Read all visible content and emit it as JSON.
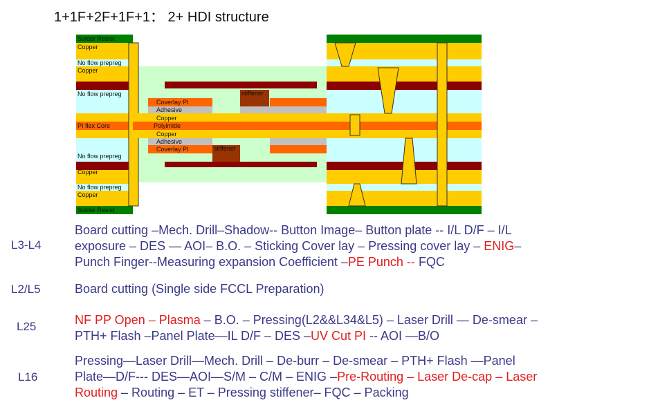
{
  "title": "1+1F+2F+1F+1： 2+ HDI structure",
  "colors": {
    "green": "#008000",
    "yellow": "#ffcc00",
    "lightcyan": "#ccffff",
    "maroon": "#8b0000",
    "orange": "#ff6600",
    "lightgreen": "#ccffcc",
    "grey": "#c0c0c0",
    "brown": "#993300",
    "text_blue": "#3a3a88",
    "text_red": "#e02020"
  },
  "layer_labels": {
    "solder_resist_top": "Solder Resist",
    "copper_1": "Copper",
    "nfpp_1": "No flow prepreg",
    "copper_2": "Copper",
    "nfpp_2": "No flow prepreg",
    "pi_flex_core": "PI flex Core",
    "nfpp_3": "No flow prepreg",
    "copper_3": "Copper",
    "nfpp_4": "No flow prepreg",
    "copper_4": "Copper",
    "solder_resist_bottom": "Solder Resist"
  },
  "flex_labels": {
    "coverlay_top": "Coverlay PI",
    "adhesive_top": "Adhesive",
    "copper_top": "Copper",
    "polyimide": "Polyimide",
    "copper_bottom": "Copper",
    "adhesive_bottom": "Adhesive",
    "coverlay_bottom": "Coverlay PI",
    "stiffener_top": "stiffener",
    "stiffener_bottom": "stiffener"
  },
  "process_rows": [
    {
      "code": "L3-L4",
      "lines": [
        [
          {
            "t": "Board cutting –Mech. Drill–Shadow-- Button Image– Button plate --  I/L D/F – I/L",
            "r": false
          }
        ],
        [
          {
            "t": "exposure – DES —  AOI– B.O. – Sticking Cover lay – Pressing cover lay – ",
            "r": false
          },
          {
            "t": "ENIG",
            "r": true
          },
          {
            "t": "–",
            "r": false
          }
        ],
        [
          {
            "t": "Punch Finger--Measuring expansion Coefficient –",
            "r": false
          },
          {
            "t": "PE Punch --",
            "r": true
          },
          {
            "t": " FQC",
            "r": false
          }
        ]
      ]
    },
    {
      "code": "L2/L5",
      "lines": [
        [
          {
            "t": "Board cutting (Single side FCCL Preparation)",
            "r": false
          }
        ]
      ]
    },
    {
      "code": "L25",
      "lines": [
        [
          {
            "t": "NF PP Open – Plasma",
            "r": true
          },
          {
            "t": " – B.O. – Pressing(L2&&L34&L5) – Laser Drill —  De-smear –",
            "r": false
          }
        ],
        [
          {
            "t": "PTH+ Flash –Panel Plate—IL D/F – DES –",
            "r": false
          },
          {
            "t": "UV Cut PI",
            "r": true
          },
          {
            "t": " -- AOI —B/O",
            "r": false
          }
        ]
      ]
    },
    {
      "code": "L16",
      "lines": [
        [
          {
            "t": "Pressing—Laser Drill—Mech. Drill – De-burr –  De-smear –  PTH+ Flash —Panel",
            "r": false
          }
        ],
        [
          {
            "t": "Plate—D/F--- DES—AOI—S/M – C/M – ENIG –",
            "r": false
          },
          {
            "t": "Pre-Routing – Laser De-cap – Laser",
            "r": true
          }
        ],
        [
          {
            "t": "Routing",
            "r": true
          },
          {
            "t": " – Routing – ET – Pressing stiffener– FQC – Packing",
            "r": false
          }
        ]
      ]
    }
  ]
}
